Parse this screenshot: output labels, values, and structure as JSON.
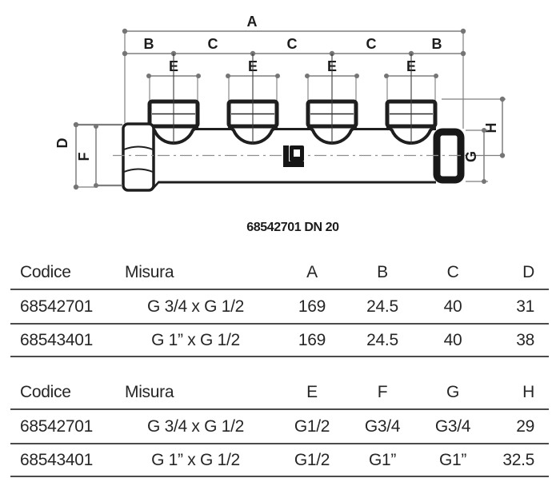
{
  "drawing": {
    "caption": "68542701 DN 20",
    "labels": {
      "a": "A",
      "b": "B",
      "c": "C",
      "d": "D",
      "e": "E",
      "f": "F",
      "g": "G",
      "h": "H"
    },
    "logo": "LB-monogram",
    "colors": {
      "outline": "#1e1e1e",
      "dimension": "#7e7e7e",
      "centerline": "#8f8f8f"
    }
  },
  "tables": [
    {
      "headers": [
        "Codice",
        "Misura",
        "A",
        "B",
        "C",
        "D"
      ],
      "rows": [
        [
          "68542701",
          "G 3/4 x G 1/2",
          "169",
          "24.5",
          "40",
          "31"
        ],
        [
          "68543401",
          "G 1” x G 1/2",
          "169",
          "24.5",
          "40",
          "38"
        ]
      ]
    },
    {
      "headers": [
        "Codice",
        "Misura",
        "E",
        "F",
        "G",
        "H"
      ],
      "rows": [
        [
          "68542701",
          "G 3/4 x G 1/2",
          "G1/2",
          "G3/4",
          "G3/4",
          "29"
        ],
        [
          "68543401",
          "G 1” x G 1/2",
          "G1/2",
          "G1”",
          "G1”",
          "32.5"
        ]
      ]
    }
  ]
}
